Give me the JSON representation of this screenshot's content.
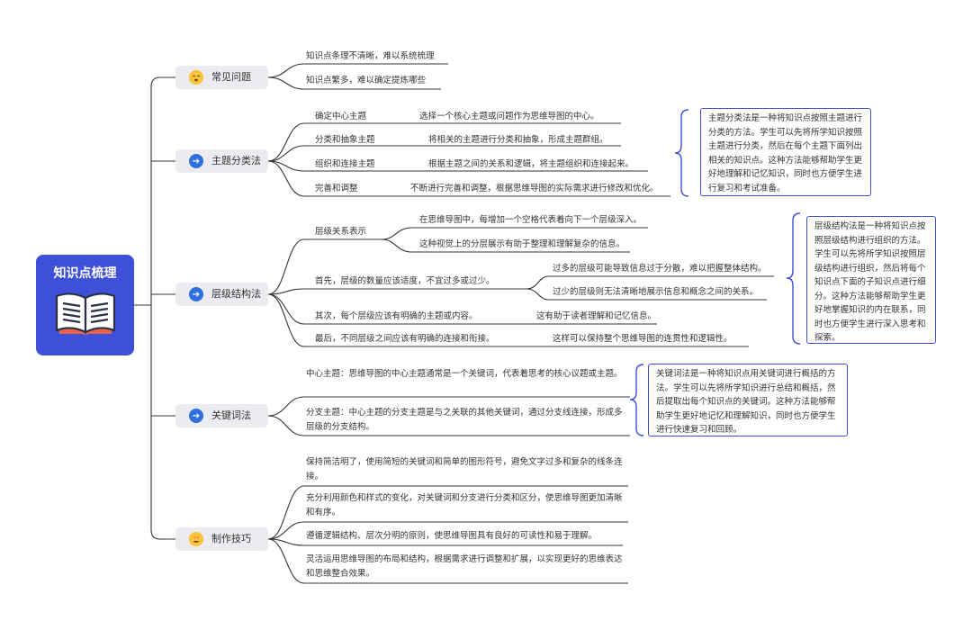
{
  "root": {
    "title": "知识点梳理",
    "icon": "open-book-icon"
  },
  "colors": {
    "accent": "#3e4fd9",
    "line": "#333333",
    "branch_bg": "#ececf0",
    "arrow_icon": "#2f6fe0"
  },
  "branches": {
    "common": {
      "label": "常见问题",
      "icon": "sleepy-face-emoji-icon",
      "items": [
        "知识点条理不清晰，难以系统梳理",
        "知识点繁多，难以确定提炼哪些"
      ]
    },
    "theme": {
      "label": "主题分类法",
      "icon": "arrow-right-circle-icon",
      "items": [
        {
          "label": "确定中心主题",
          "detail": "选择一个核心主题或问题作为思维导图的中心。"
        },
        {
          "label": "分类和抽象主题",
          "detail": "将相关的主题进行分类和抽象，形成主题群组。"
        },
        {
          "label": "组织和连接主题",
          "detail": "根据主题之间的关系和逻辑，将主题组织和连接起来。"
        },
        {
          "label": "完善和调整",
          "detail": "不断进行完善和调整，根据思维导图的实际需求进行修改和优化。"
        }
      ],
      "summary": "主题分类法是一种将知识点按照主题进行分类的方法。学生可以先将所学知识按照主题进行分类，然后在每个主题下面列出相关的知识点。这种方法能够帮助学生更好地理解和记忆知识，同时也方便学生进行复习和考试准备。"
    },
    "hierarchy": {
      "label": "层级结构法",
      "icon": "arrow-right-circle-icon",
      "items": [
        {
          "label": "层级关系表示",
          "details": [
            "在思维导图中，每增加一个空格代表着向下一个层级深入。",
            "这种视觉上的分层展示有助于整理和理解复杂的信息。"
          ]
        },
        {
          "label": "首先，层级的数量应该适度，不宜过多或过少。",
          "details": [
            "过多的层级可能导致信息过于分散，难以把握整体结构。",
            "过少的层级则无法清晰地展示信息和概念之间的关系。"
          ]
        },
        {
          "label": "其次，每个层级应该有明确的主题或内容。",
          "details": [
            "这有助于读者理解和记忆信息。"
          ]
        },
        {
          "label": "最后，不同层级之间应该有明确的连接和衔接。",
          "details": [
            "这样可以保持整个思维导图的连贯性和逻辑性。"
          ]
        }
      ],
      "summary": "层级结构法是一种将知识点按照层级结构进行组织的方法。学生可以先将所学知识按照层级结构进行组织，然后将每个知识点下面的子知识点进行细分。这种方法能够帮助学生更好地掌握知识的内在联系，同时也方便学生进行深入思考和探索。"
    },
    "keyword": {
      "label": "关键词法",
      "icon": "arrow-right-circle-icon",
      "items": [
        "中心主题：思维导图的中心主题通常是一个关键词，代表着思考的核心议题或主题。",
        "分支主题：中心主题的分支主题是与之关联的其他关键词，通过分支线连接，形成多层级的分支结构。"
      ],
      "summary": "关键词法是一种将知识点用关键词进行概括的方法。学生可以先将所学知识进行总结和概括，然后提取出每个知识点的关键词。这种方法能够帮助学生更好地记忆和理解知识，同时也方便学生进行快速复习和回顾。"
    },
    "tips": {
      "label": "制作技巧",
      "icon": "heart-eyes-emoji-icon",
      "items": [
        "保持简洁明了，使用简短的关键词和简单的图形符号，避免文字过多和复杂的线条连接。",
        "充分利用颜色和样式的变化，对关键词和分支进行分类和区分，使思维导图更加清晰和有序。",
        "遵循逻辑结构、层次分明的原则，使思维导图具有良好的可读性和易于理解。",
        "灵活运用思维导图的布局和结构，根据需求进行调整和扩展，以实现更好的思维表达和思维整合效果。"
      ]
    }
  }
}
